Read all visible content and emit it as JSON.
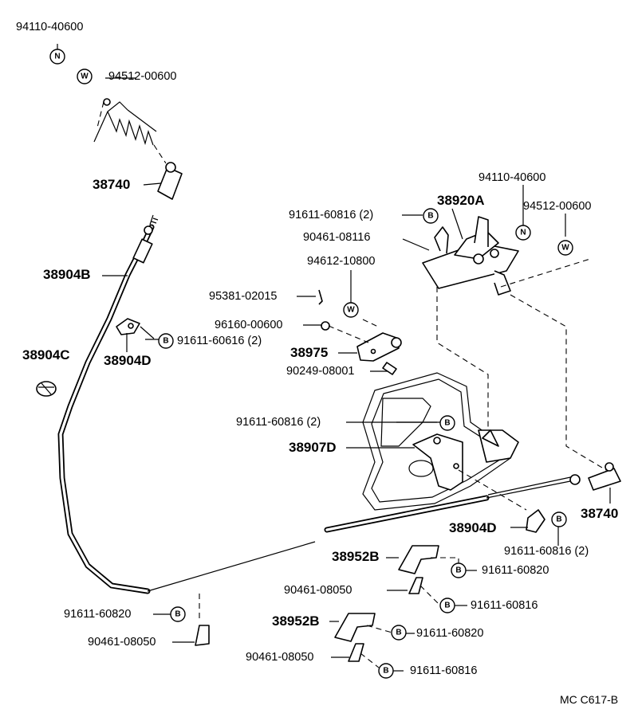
{
  "labels": {
    "nut_top": "94110-40600",
    "washer_top": "94512-00600",
    "end_left": "38740",
    "cable_b": "38904B",
    "grommet_c": "38904C",
    "clip_d_left": "38904D",
    "bolt_d_left": "91611-60616 (2)",
    "bolt_920": "91611-60816 (2)",
    "bracket_920": "38920A",
    "clip_920": "90461-08116",
    "nut_right": "94110-40600",
    "washer_right": "94512-00600",
    "washer_mid": "94612-10800",
    "pin": "95381-02015",
    "nut_mid": "96160-00600",
    "lever": "38975",
    "bolt_mid": "90249-08001",
    "bolt_907": "91611-60816 (2)",
    "bracket_907": "38907D",
    "end_right": "38740",
    "clip_d_right": "38904D",
    "bolt_d_right": "91611-60816 (2)",
    "bracket_952_a": "38952B",
    "bolt_952_a": "91611-60820",
    "clip_952_a": "90461-08050",
    "bolt_952_a2": "91611-60816",
    "bolt_bottom": "91611-60820",
    "clip_bottom": "90461-08050",
    "bracket_952_b": "38952B",
    "bolt_952_b": "91611-60820",
    "clip_952_b": "90461-08050",
    "bolt_952_b2": "91611-60816"
  },
  "markers": {
    "nut": "N",
    "washer": "W",
    "bolt": "B"
  },
  "footer": "MC C617-B"
}
